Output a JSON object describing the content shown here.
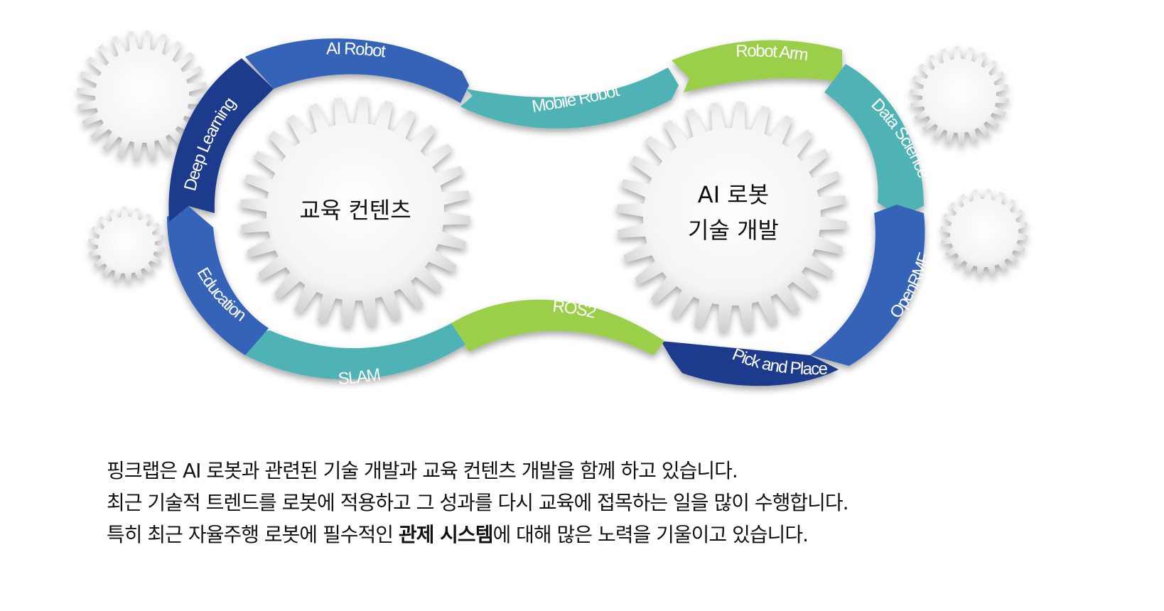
{
  "diagram": {
    "gear_left_label": "교육 컨텐츠",
    "gear_right_label": [
      "AI 로봇",
      "기술 개발"
    ],
    "segments": [
      {
        "label": "AI Robot",
        "color": "#3563b8"
      },
      {
        "label": "Mobile Robot",
        "color": "#4fb3b5"
      },
      {
        "label": "Robot Arm",
        "color": "#9ccf4a"
      },
      {
        "label": "Data Science",
        "color": "#4fb3b5"
      },
      {
        "label": "OpenRMF",
        "color": "#3563b8"
      },
      {
        "label": "Pick and Place",
        "color": "#1f3a8c"
      },
      {
        "label": "ROS2",
        "color": "#9ccf4a"
      },
      {
        "label": "SLAM",
        "color": "#4fb3b5"
      },
      {
        "label": "Education",
        "color": "#3563b8"
      },
      {
        "label": "Deep Learning",
        "color": "#1f3a8c"
      }
    ]
  },
  "description": {
    "line1": "핑크랩은 AI 로봇과 관련된 기술 개발과 교육 컨텐츠 개발을 함께 하고 있습니다.",
    "line2": "최근 기술적 트렌드를 로봇에 적용하고 그 성과를 다시 교육에 접목하는 일을 많이 수행합니다.",
    "line3_prefix": "특히 최근 자율주행 로봇에 필수적인 ",
    "line3_bold": "관제 시스템",
    "line3_suffix": "에 대해 많은 노력을 기울이고 있습니다."
  }
}
